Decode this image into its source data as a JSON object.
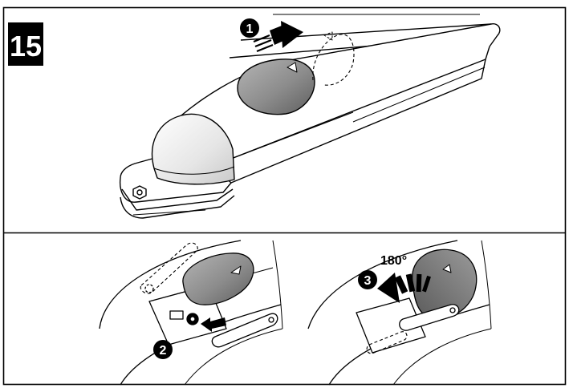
{
  "figure": {
    "number": "15",
    "steps": [
      "1",
      "2",
      "3"
    ],
    "angle_label": "180°"
  },
  "colors": {
    "ink": "#000000",
    "cover_gray": "#8a8a8a",
    "cover_gray_dark": "#6f6f6f",
    "arrow_fill": "#000000"
  }
}
